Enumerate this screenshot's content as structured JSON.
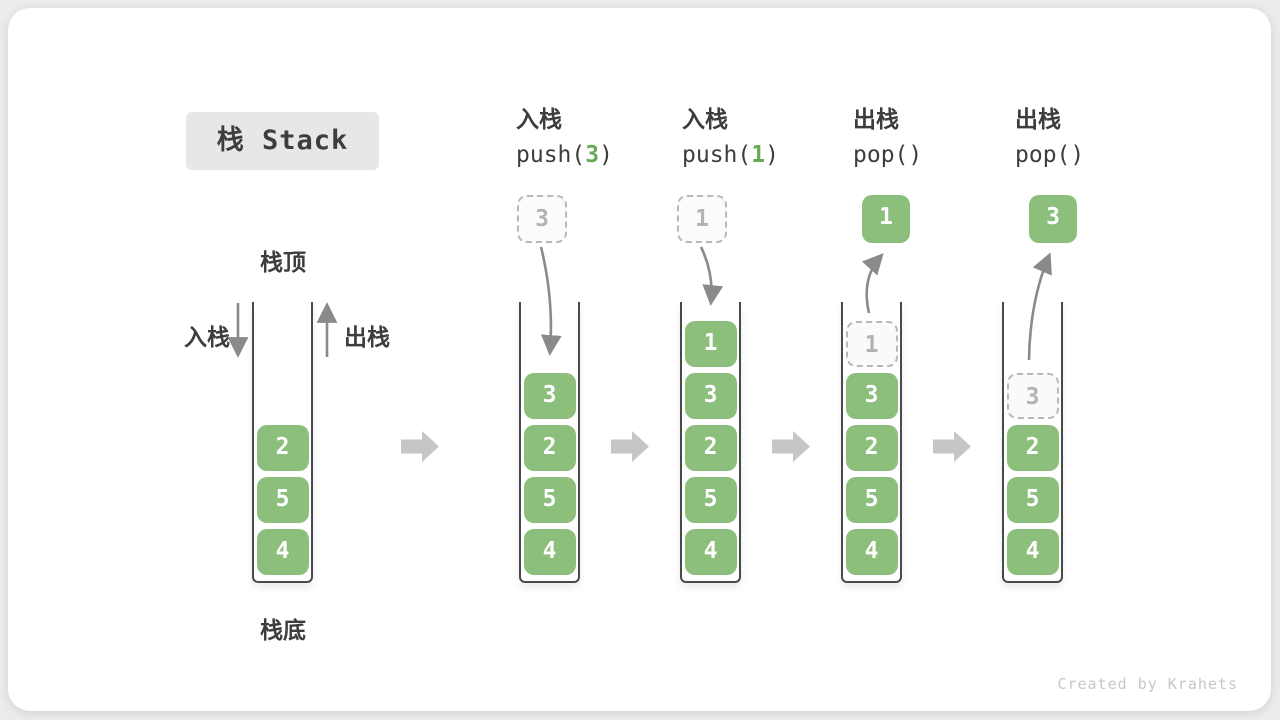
{
  "title": "栈 Stack",
  "watermark": "Created by Krahets",
  "labels": {
    "stack_top": "栈顶",
    "stack_bottom": "栈底",
    "push_side": "入栈",
    "pop_side": "出栈"
  },
  "colors": {
    "block_green": "#8cbe7c",
    "code_green": "#67a956",
    "arrow_gray": "#8a8a8a",
    "flow_arrow_gray": "#c6c6c6",
    "ghost_gray": "#b3b3b3",
    "ink": "#3d3d3d",
    "title_bg": "#e7e7e7",
    "watermark_gray": "#c7c7c7"
  },
  "operations": [
    {
      "label": "入栈",
      "code_pre": "push(",
      "code_num": "3",
      "code_post": ")"
    },
    {
      "label": "入栈",
      "code_pre": "push(",
      "code_num": "1",
      "code_post": ")"
    },
    {
      "label": "出栈",
      "code_pre": "pop()",
      "code_num": "",
      "code_post": ""
    },
    {
      "label": "出栈",
      "code_pre": "pop()",
      "code_num": "",
      "code_post": ""
    }
  ],
  "floating_boxes": [
    {
      "value": "3",
      "style": "dashed"
    },
    {
      "value": "1",
      "style": "dashed"
    },
    {
      "value": "1",
      "style": "solid"
    },
    {
      "value": "3",
      "style": "solid"
    }
  ],
  "stacks": [
    {
      "name": "initial",
      "items": [
        {
          "v": "2",
          "row": 3
        },
        {
          "v": "5",
          "row": 4
        },
        {
          "v": "4",
          "row": 5
        }
      ]
    },
    {
      "name": "after-push-3",
      "items": [
        {
          "v": "3",
          "row": 2
        },
        {
          "v": "2",
          "row": 3
        },
        {
          "v": "5",
          "row": 4
        },
        {
          "v": "4",
          "row": 5
        }
      ]
    },
    {
      "name": "after-push-1",
      "items": [
        {
          "v": "1",
          "row": 1
        },
        {
          "v": "3",
          "row": 2
        },
        {
          "v": "2",
          "row": 3
        },
        {
          "v": "5",
          "row": 4
        },
        {
          "v": "4",
          "row": 5
        }
      ]
    },
    {
      "name": "after-pop-1",
      "items": [
        {
          "v": "1",
          "row": 1,
          "ghost": true
        },
        {
          "v": "3",
          "row": 2
        },
        {
          "v": "2",
          "row": 3
        },
        {
          "v": "5",
          "row": 4
        },
        {
          "v": "4",
          "row": 5
        }
      ]
    },
    {
      "name": "after-pop-3",
      "items": [
        {
          "v": "3",
          "row": 2,
          "ghost": true
        },
        {
          "v": "2",
          "row": 3
        },
        {
          "v": "5",
          "row": 4
        },
        {
          "v": "4",
          "row": 5
        }
      ]
    }
  ]
}
